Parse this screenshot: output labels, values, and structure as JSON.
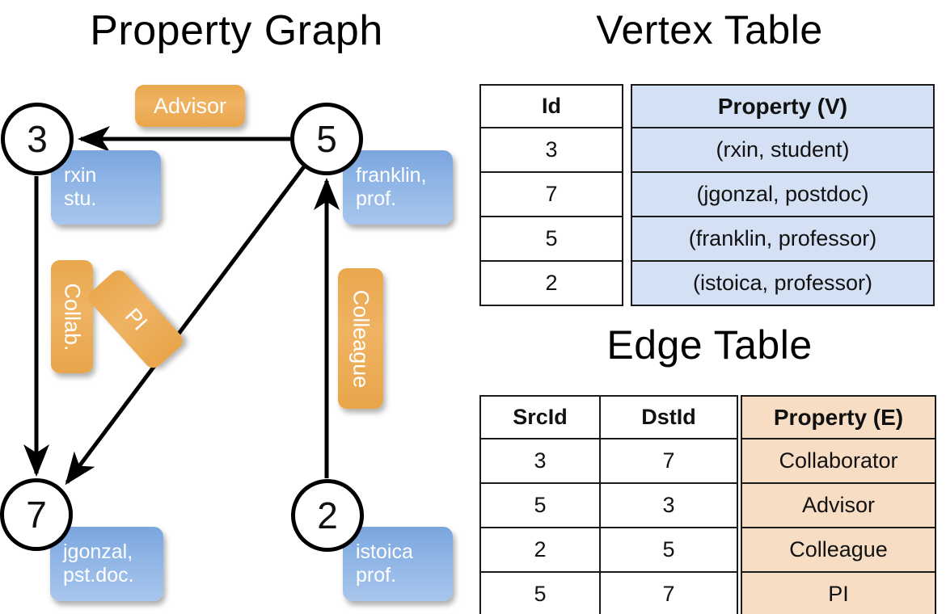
{
  "titles": {
    "property_graph": "Property Graph",
    "vertex_table": "Vertex Table",
    "edge_table": "Edge Table"
  },
  "colors": {
    "vertex_property_fill": "#d4e0f3",
    "edge_property_fill": "#f6ddc4",
    "node_bubble_blue": "#8db4e5",
    "edge_chip_orange": "#eaa84e",
    "stroke": "#000000"
  },
  "graph": {
    "nodes": [
      {
        "id": "3",
        "label": "3",
        "property": "rxin\nstu."
      },
      {
        "id": "5",
        "label": "5",
        "property": "franklin,\nprof."
      },
      {
        "id": "7",
        "label": "7",
        "property": "jgonzal,\npst.doc."
      },
      {
        "id": "2",
        "label": "2",
        "property": "istoica\nprof."
      }
    ],
    "edge_labels": [
      {
        "name": "advisor",
        "text": "Advisor",
        "orientation": "horizontal"
      },
      {
        "name": "collab",
        "text": "Collab.",
        "orientation": "vertical"
      },
      {
        "name": "pi",
        "text": "PI",
        "orientation": "diagonal"
      },
      {
        "name": "colleague",
        "text": "Colleague",
        "orientation": "vertical"
      }
    ],
    "edges": [
      {
        "src": "5",
        "dst": "3",
        "label": "Advisor"
      },
      {
        "src": "3",
        "dst": "7",
        "label": "Collab."
      },
      {
        "src": "5",
        "dst": "7",
        "label": "PI"
      },
      {
        "src": "2",
        "dst": "5",
        "label": "Colleague"
      }
    ]
  },
  "vertex_table": {
    "headers": {
      "id": "Id",
      "property": "Property (V)"
    },
    "rows": [
      {
        "id": "3",
        "property": "(rxin, student)"
      },
      {
        "id": "7",
        "property": "(jgonzal, postdoc)"
      },
      {
        "id": "5",
        "property": "(franklin, professor)"
      },
      {
        "id": "2",
        "property": "(istoica, professor)"
      }
    ]
  },
  "edge_table": {
    "headers": {
      "src": "SrcId",
      "dst": "DstId",
      "property": "Property (E)"
    },
    "rows": [
      {
        "src": "3",
        "dst": "7",
        "property": "Collaborator"
      },
      {
        "src": "5",
        "dst": "3",
        "property": "Advisor"
      },
      {
        "src": "2",
        "dst": "5",
        "property": "Colleague"
      },
      {
        "src": "5",
        "dst": "7",
        "property": "PI"
      }
    ]
  }
}
